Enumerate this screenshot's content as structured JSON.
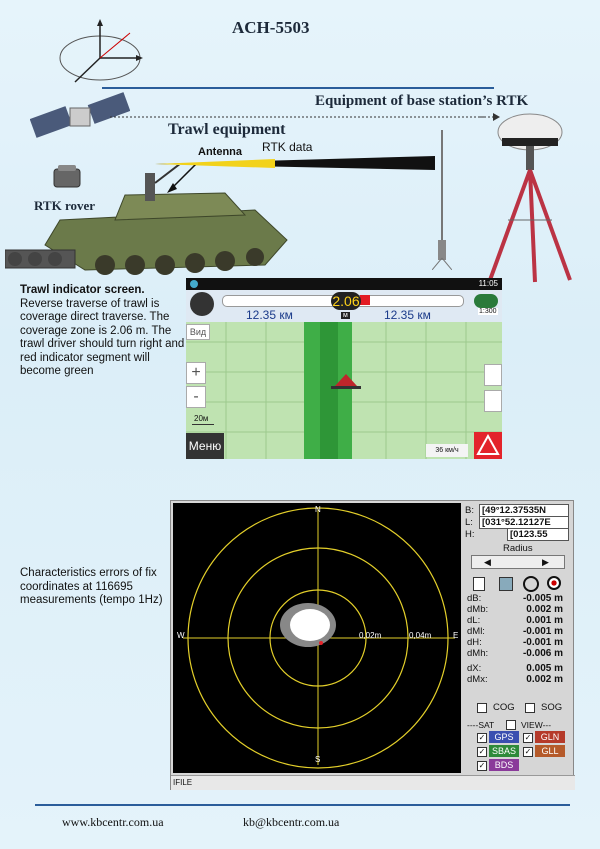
{
  "header": {
    "title": "ACH-5503",
    "base_station": "Equipment of base station’s  RTK",
    "trawl_equipment": "Trawl equipment",
    "antenna": "Antenna",
    "rtk_data": "RTK data",
    "rtk_rover": "RTK rover"
  },
  "description": {
    "title": "Trawl indicator screen.",
    "body": "Reverse traverse of trawl is coverage direct traverse. The coverage zone is 2.06 m. The trawl driver should turn right and red indicator segment will become green"
  },
  "nav_screen": {
    "time": "11:05",
    "width_value": "2.06",
    "unit_m": "м",
    "distance_left": "12.35 км",
    "distance_right": "12.35 км",
    "view_label": "Вид",
    "zoom_in": "+",
    "zoom_out": "-",
    "scale": "20м",
    "menu_label": "Меню",
    "speed": "36 км/ч",
    "right_badge": "1:300"
  },
  "characteristics": "Characteristics errors of fix coordinates at 116695 measurements (tempo 1Hz)",
  "stats_screen": {
    "compass": {
      "n": "N",
      "s": "S",
      "w": "W",
      "e": "E"
    },
    "ring_labels": [
      "0,02m",
      "0,04m"
    ],
    "coords": {
      "b_label": "B:",
      "b_value": "[49°12.37535N",
      "l_label": "L:",
      "l_value": "[031°52.12127E",
      "h_label": "H:",
      "h_value": "[0123.55"
    },
    "radius_label": "Radius",
    "errors": [
      {
        "label": "dB:",
        "value": "-0.005 m"
      },
      {
        "label": "dMb:",
        "value": "0.002 m"
      },
      {
        "label": "dL:",
        "value": "0.001 m"
      },
      {
        "label": "dMl:",
        "value": "-0.001 m"
      },
      {
        "label": "dH:",
        "value": "-0.001 m"
      },
      {
        "label": "dMh:",
        "value": "-0.006 m"
      }
    ],
    "errors2": [
      {
        "label": "dX:",
        "value": "0.005 m"
      },
      {
        "label": "dMx:",
        "value": "0.002 m"
      }
    ],
    "cog": "COG",
    "sog": "SOG",
    "sat_label": "----SAT",
    "view_label": "VIEW---",
    "systems": [
      {
        "name": "GPS",
        "color": "#3a4fb0"
      },
      {
        "name": "GLN",
        "color": "#b53a2a"
      },
      {
        "name": "SBAS",
        "color": "#2f8a3a"
      },
      {
        "name": "GLL",
        "color": "#b55a2a"
      },
      {
        "name": "BDS",
        "color": "#8a3a9a"
      }
    ],
    "status_bar": "IFILE"
  },
  "footer": {
    "url": "www.kbcentr.com.ua",
    "email": "kb@kbcentr.com.ua"
  }
}
